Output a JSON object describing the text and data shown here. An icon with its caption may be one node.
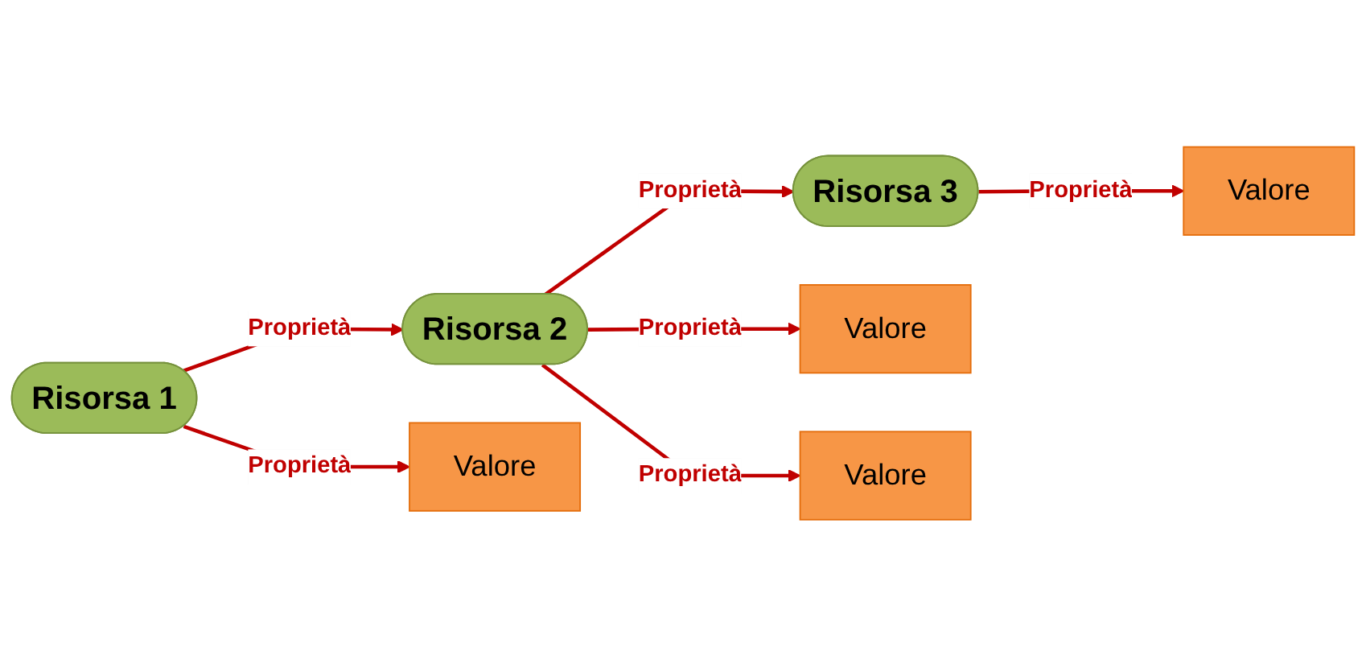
{
  "diagram": {
    "nodes": [
      {
        "text": [
          "Risorsa 1"
        ]
      },
      {
        "text": [
          "Risorsa 2"
        ]
      },
      {
        "text": [
          "Risorsa 3"
        ]
      },
      {
        "text": [
          "Valore"
        ]
      },
      {
        "text": [
          "Valore"
        ]
      },
      {
        "text": [
          "Valore"
        ]
      },
      {
        "text": [
          "Valore"
        ]
      }
    ],
    "edges": [
      {
        "from": 0,
        "to": 1,
        "arrow": "to",
        "label": "Proprietà"
      },
      {
        "from": 1,
        "to": 3,
        "arrow": "to",
        "label": "Proprietà"
      },
      {
        "from": 1,
        "to": 4,
        "arrow": "to",
        "label": "Proprietà"
      },
      {
        "from": 1,
        "to": 2,
        "arrow": "to",
        "label": "Proprietà"
      },
      {
        "from": 0,
        "to": 5,
        "arrow": "to",
        "label": "Proprietà"
      },
      {
        "from": 2,
        "to": 6,
        "arrow": "to",
        "label": "Proprietà"
      }
    ]
  }
}
